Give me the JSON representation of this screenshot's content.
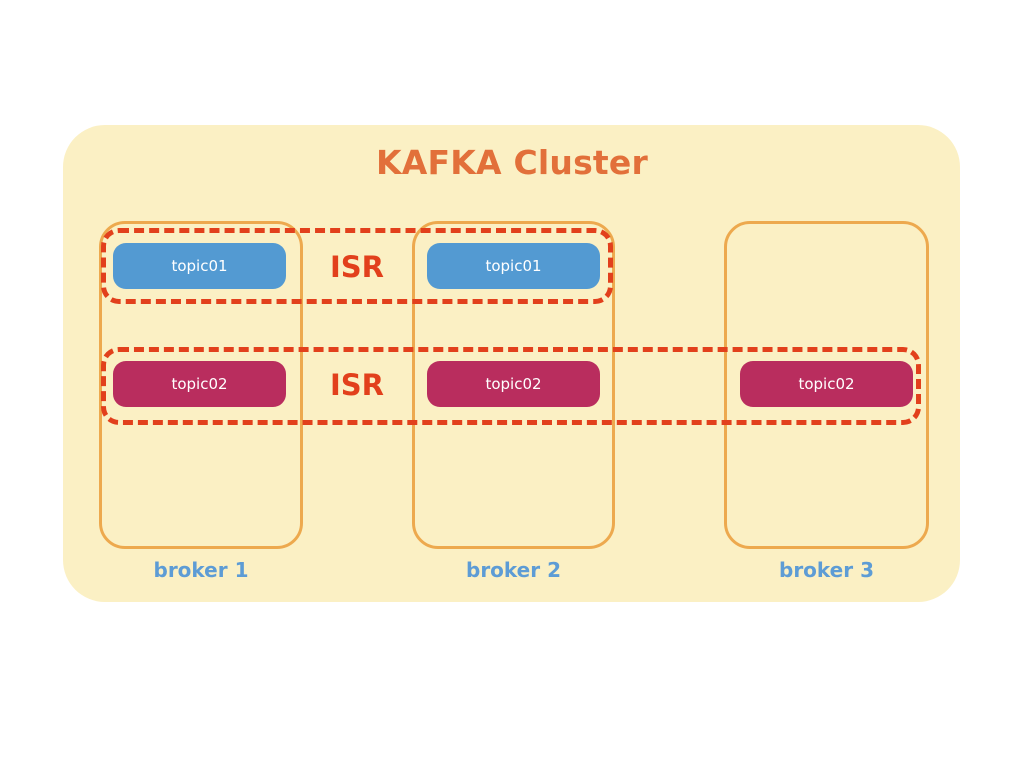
{
  "diagram": {
    "title": "KAFKA Cluster",
    "colors": {
      "cluster_background": "#FBF0C4",
      "title_text": "#E2703A",
      "broker_border": "#EDA94E",
      "broker_label_text": "#5D9CD5",
      "isr_dashed_border": "#E2401C",
      "isr_label_text": "#E2401C",
      "topic01_fill": "#539AD2",
      "topic02_fill": "#B92D5E",
      "topic_label_text": "#FFFFFF",
      "page_background": "#FFFFFF"
    },
    "brokers": [
      {
        "id": "broker1",
        "label": "broker 1"
      },
      {
        "id": "broker2",
        "label": "broker 2"
      },
      {
        "id": "broker3",
        "label": "broker 3"
      }
    ],
    "isr_groups": [
      {
        "id": "isr-topic01",
        "label": "ISR",
        "topic": "topic01",
        "spans_brokers": [
          "broker 1",
          "broker 2"
        ],
        "replica_count": 2
      },
      {
        "id": "isr-topic02",
        "label": "ISR",
        "topic": "topic02",
        "spans_brokers": [
          "broker 1",
          "broker 2",
          "broker 3"
        ],
        "replica_count": 3
      }
    ],
    "replicas": {
      "topic01_broker1": "topic01",
      "topic01_broker2": "topic01",
      "topic02_broker1": "topic02",
      "topic02_broker2": "topic02",
      "topic02_broker3": "topic02"
    }
  }
}
